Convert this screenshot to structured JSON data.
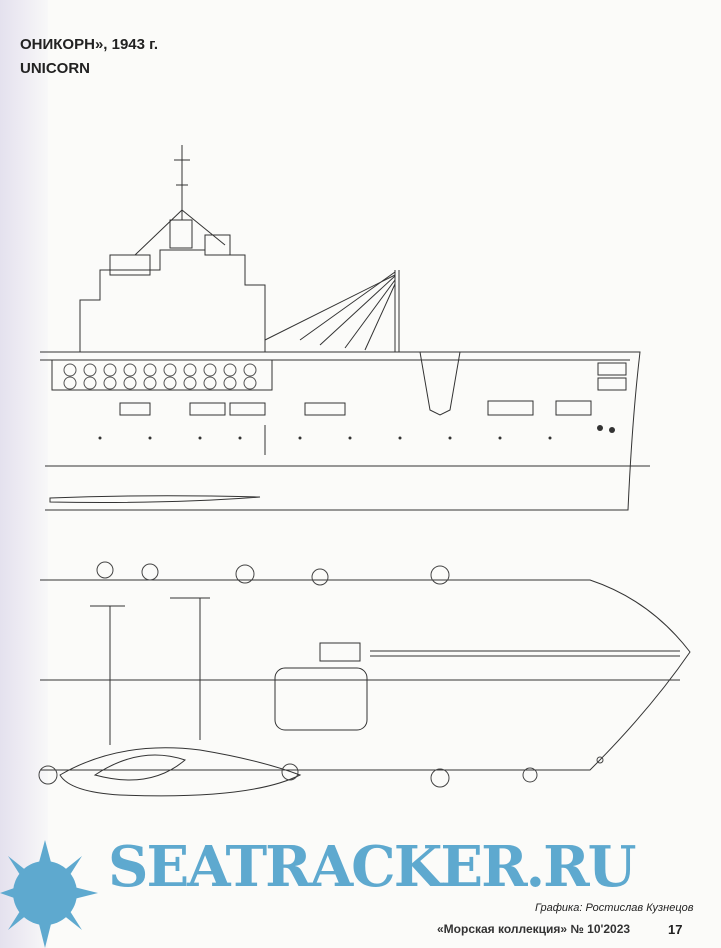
{
  "heading": {
    "line1": "ОНИКОРН», 1943 г.",
    "line2": "UNICORN"
  },
  "watermark": {
    "text": "SEATRACKER.RU",
    "color": "#5ea9cf"
  },
  "credit": "Графика: Ростислав Кузнецов",
  "footer": {
    "magazine": "«Морская коллекция» № 10'2023",
    "page": "17"
  }
}
